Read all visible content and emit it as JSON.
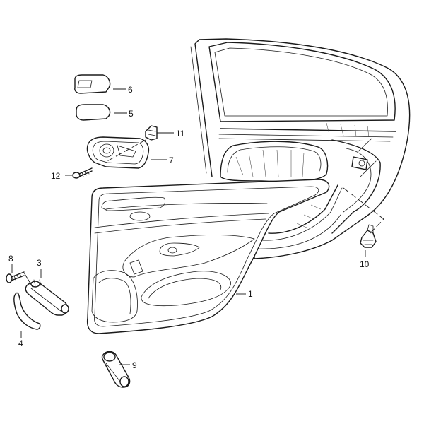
{
  "diagram": {
    "callouts": [
      {
        "id": "c1",
        "label": "1"
      },
      {
        "id": "c3",
        "label": "3"
      },
      {
        "id": "c4",
        "label": "4"
      },
      {
        "id": "c5",
        "label": "5"
      },
      {
        "id": "c6",
        "label": "6"
      },
      {
        "id": "c7",
        "label": "7"
      },
      {
        "id": "c8",
        "label": "8"
      },
      {
        "id": "c9",
        "label": "9"
      },
      {
        "id": "c10",
        "label": "10"
      },
      {
        "id": "c11",
        "label": "11"
      },
      {
        "id": "c12",
        "label": "12"
      }
    ],
    "parts": [
      {
        "ref": "1",
        "icon": "door-trim-panel-icon"
      },
      {
        "ref": "3",
        "icon": "armrest-bracket-icon"
      },
      {
        "ref": "4",
        "icon": "grab-handle-icon"
      },
      {
        "ref": "5",
        "icon": "cover-cap-icon"
      },
      {
        "ref": "6",
        "icon": "switch-frame-icon"
      },
      {
        "ref": "7",
        "icon": "door-handle-bezel-icon"
      },
      {
        "ref": "8",
        "icon": "screw-icon"
      },
      {
        "ref": "9",
        "icon": "window-crank-icon"
      },
      {
        "ref": "10",
        "icon": "clip-icon"
      },
      {
        "ref": "11",
        "icon": "clip-icon"
      },
      {
        "ref": "12",
        "icon": "screw-icon"
      }
    ]
  }
}
